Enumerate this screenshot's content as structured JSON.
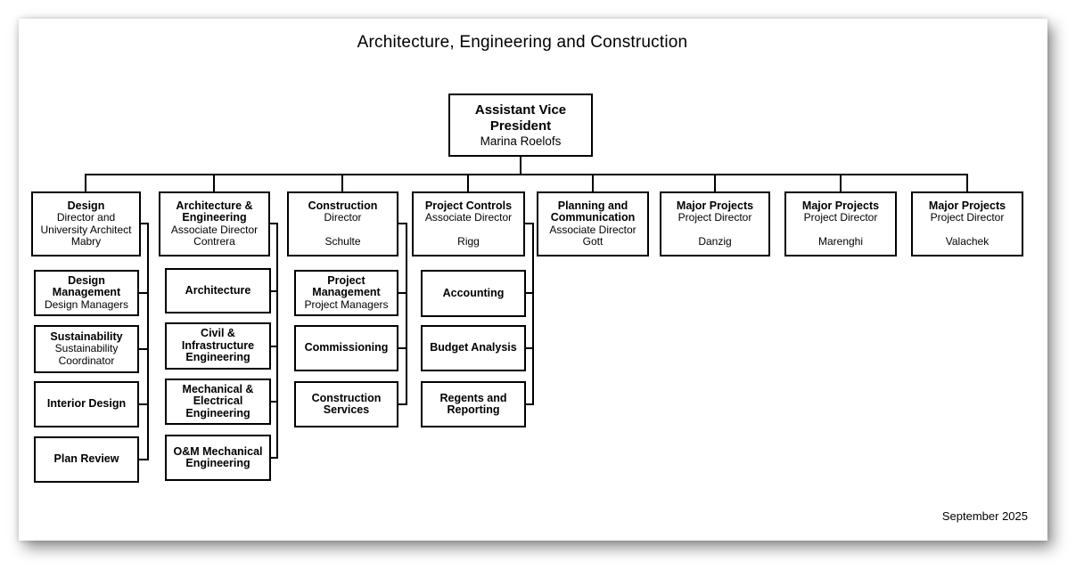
{
  "page": {
    "title": "Architecture, Engineering and Construction",
    "footer": "September 2025"
  },
  "root": {
    "title": "Assistant Vice President",
    "person": "Marina Roelofs"
  },
  "departments": [
    {
      "title": "Design",
      "role": "Director and University Architect",
      "person": "Mabry",
      "children": [
        {
          "title": "Design Management",
          "subtitle": "Design Managers"
        },
        {
          "title": "Sustainability",
          "subtitle": "Sustainability Coordinator"
        },
        {
          "title": "Interior Design"
        },
        {
          "title": "Plan Review"
        }
      ]
    },
    {
      "title": "Architecture & Engineering",
      "role": "Associate Director",
      "person": "Contrera",
      "children": [
        {
          "title": "Architecture"
        },
        {
          "title": "Civil & Infrastructure Engineering"
        },
        {
          "title": "Mechanical & Electrical Engineering"
        },
        {
          "title": "O&M Mechanical Engineering"
        }
      ]
    },
    {
      "title": "Construction",
      "role": "Director",
      "person": "Schulte",
      "children": [
        {
          "title": "Project Management",
          "subtitle": "Project Managers"
        },
        {
          "title": "Commissioning"
        },
        {
          "title": "Construction Services"
        }
      ]
    },
    {
      "title": "Project Controls",
      "role": "Associate Director",
      "person": "Rigg",
      "children": [
        {
          "title": "Accounting"
        },
        {
          "title": "Budget Analysis"
        },
        {
          "title": "Regents and Reporting"
        }
      ]
    },
    {
      "title": "Planning and Communication",
      "role": "Associate Director",
      "person": "Gott",
      "children": []
    },
    {
      "title": "Major Projects",
      "role": "Project Director",
      "person": "Danzig",
      "children": []
    },
    {
      "title": "Major Projects",
      "role": "Project Director",
      "person": "Marenghi",
      "children": []
    },
    {
      "title": "Major Projects",
      "role": "Project Director",
      "person": "Valachek",
      "children": []
    }
  ]
}
